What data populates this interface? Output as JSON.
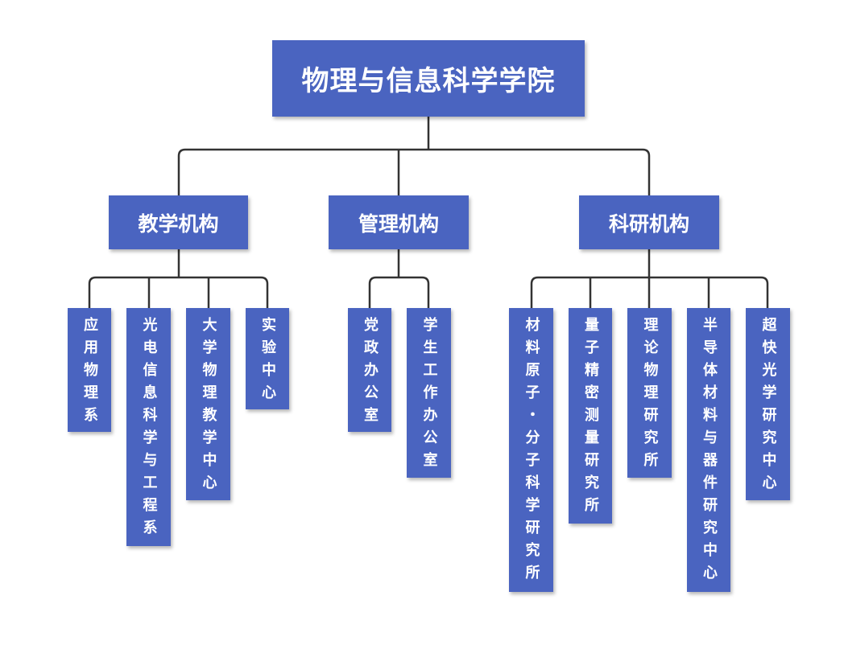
{
  "root": {
    "label": "物理与信息科学学院"
  },
  "branches": [
    {
      "label": "教学机构",
      "children": [
        "应用物理系",
        "光电信息科学与工程系",
        "大学物理教学中心",
        "实验中心"
      ]
    },
    {
      "label": "管理机构",
      "children": [
        "党政办公室",
        "学生工作办公室"
      ]
    },
    {
      "label": "科研机构",
      "children": [
        "材料原子・分子科学研究所",
        "量子精密测量研究所",
        "理论物理研究所",
        "半导体材料与器件研究中心",
        "超快光学研究中心"
      ]
    }
  ],
  "colors": {
    "box": "#4a64c0",
    "text": "#ffffff",
    "connector": "#333333"
  }
}
